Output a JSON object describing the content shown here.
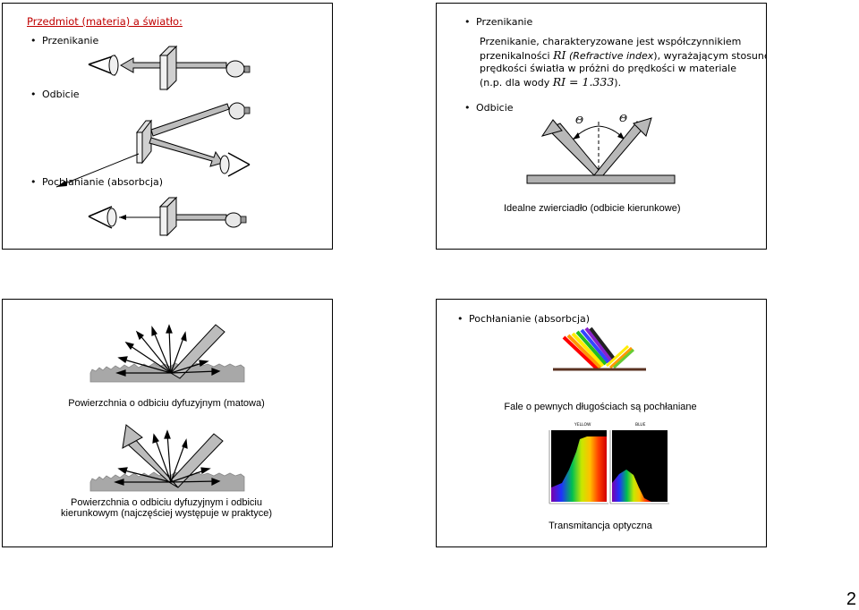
{
  "slide1": {
    "title": "Przedmiot (materia) a światło:",
    "bullet_transmission": "Przenikanie",
    "bullet_reflection": "Odbicie",
    "bullet_absorption": "Pochłanianie (absorbcja)"
  },
  "slide2": {
    "bullet_transmission": "Przenikanie",
    "para_line1": "Przenikanie, charakteryzowane jest współczynnikiem",
    "para_line2_a": "przenikalności",
    "para_line2_ri": "RI",
    "para_line2_b": "(Refractive index",
    "para_line2_c": "), wyrażającym stosunek",
    "para_line3": "prędkości światła w próżni do prędkości w materiale",
    "para_line4_a": "(n.p. dla wody",
    "para_line4_ri": "RI = 1.333",
    "para_line4_b": ").",
    "bullet_reflection": "Odbicie",
    "theta_left": "Θ",
    "theta_right": "Θ",
    "caption": "Idealne zwierciadło (odbicie kierunkowe)"
  },
  "slide3": {
    "caption1": "Powierzchnia o odbiciu dyfuzyjnym (matowa)",
    "caption2_line1": "Powierzchnia o odbiciu dyfuzyjnym i odbiciu",
    "caption2_line2": "kierunkowym (najczęściej występuje w praktyce)"
  },
  "slide4": {
    "bullet_absorption": "Pochłanianie (absorbcja)",
    "caption_waves": "Fale o pewnych długościach są pochłaniane",
    "chart_left_title": "YELLOW",
    "chart_right_title": "BLUE",
    "caption_transmittance": "Transmitancja optyczna"
  },
  "page_number": "2"
}
